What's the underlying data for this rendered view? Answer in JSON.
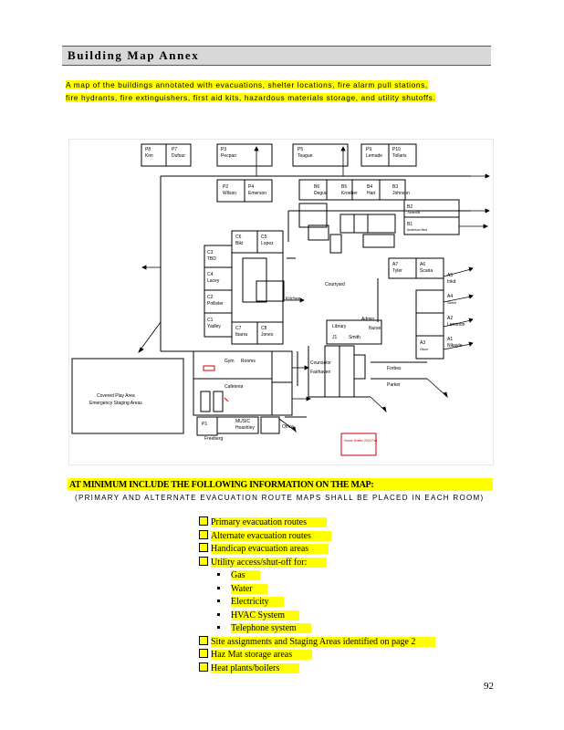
{
  "header": {
    "title": "Building Map Annex"
  },
  "intro": {
    "line1": "A map of the buildings annotated with evacuations, shelter locations, fire alarm pull stations,",
    "line2": "fire hydrants, fire extinguishers, first aid kits, hazardous materials storage, and utility shutoffs."
  },
  "map": {
    "rooms": [
      {
        "code": "P8",
        "name": "Kim"
      },
      {
        "code": "P7",
        "name": "Dufour"
      },
      {
        "code": "P3",
        "name": "Pecpao"
      },
      {
        "code": "P5",
        "name": "Teague"
      },
      {
        "code": "P9",
        "name": "Lemade"
      },
      {
        "code": "P10",
        "name": "Tollaris"
      },
      {
        "code": "P2",
        "name": "Wilson"
      },
      {
        "code": "P4",
        "name": "Emerson"
      },
      {
        "code": "B6",
        "name": "Degue"
      },
      {
        "code": "B5",
        "name": "Kroeber"
      },
      {
        "code": "B4",
        "name": "Hart"
      },
      {
        "code": "B3",
        "name": "Johnson"
      },
      {
        "code": "B2",
        "name": "Jumentilk"
      },
      {
        "code": "B1",
        "name": "Anderson Med"
      },
      {
        "code": "C3",
        "name": "TBD"
      },
      {
        "code": "C4",
        "name": "Lacey"
      },
      {
        "code": "C2",
        "name": "Pollister"
      },
      {
        "code": "C1",
        "name": "Yadley"
      },
      {
        "code": "C6",
        "name": "Biki"
      },
      {
        "code": "C5",
        "name": "Lopez"
      },
      {
        "code": "C7",
        "name": "Ibarra"
      },
      {
        "code": "C8",
        "name": "Jones"
      },
      {
        "code": "A7",
        "name": "Tyler"
      },
      {
        "code": "A6",
        "name": "Scaria"
      },
      {
        "code": "A5",
        "name": "Inkd"
      },
      {
        "code": "A4",
        "name": "Glomb"
      },
      {
        "code": "A2",
        "name": "Lemmon"
      },
      {
        "code": "A3",
        "name": "Olson"
      },
      {
        "code": "A1",
        "name": "Nikayle"
      }
    ],
    "courtyard": "Courtyard",
    "kitchen": "Kitchen",
    "gym": "Gym",
    "restrooms": "Rooms",
    "cafeteria": "Cafeteria",
    "music": "MUSIC",
    "music_teacher": "Hoashley",
    "office": "Office",
    "p1": "P1",
    "freeberg": "Freeberg",
    "library": "Library",
    "smith": "Smith",
    "lab1": "J1",
    "admin": "Admin",
    "nurse": "Nurse",
    "counselor": "Counselor",
    "fairhaven": "Fairhaven",
    "forbes": "Forbes",
    "parker": "Parker",
    "covered_area": "Covered Play Area",
    "staging_area": "Emergency Staging Areas",
    "legend": "House Drafter\n2020 Fall"
  },
  "requirements": {
    "heading": "AT MINIMUM INCLUDE THE FOLLOWING INFORMATION ON THE MAP:",
    "subheading": "(PRIMARY AND ALTERNATE EVACUATION ROUTE MAPS SHALL BE PLACED IN EACH ROOM)",
    "items": [
      "Primary evacuation routes",
      "Alternate evacuation routes",
      "Handicap evacuation areas",
      "Utility access/shut-off for:"
    ],
    "utilities": [
      "Gas",
      "Water",
      "Electricity",
      "HVAC System",
      "Telephone system"
    ],
    "items2": [
      "Site assignments and Staging Areas identified on page 2",
      "Haz Mat storage areas",
      "Heat plants/boilers"
    ]
  },
  "page_number": "92"
}
